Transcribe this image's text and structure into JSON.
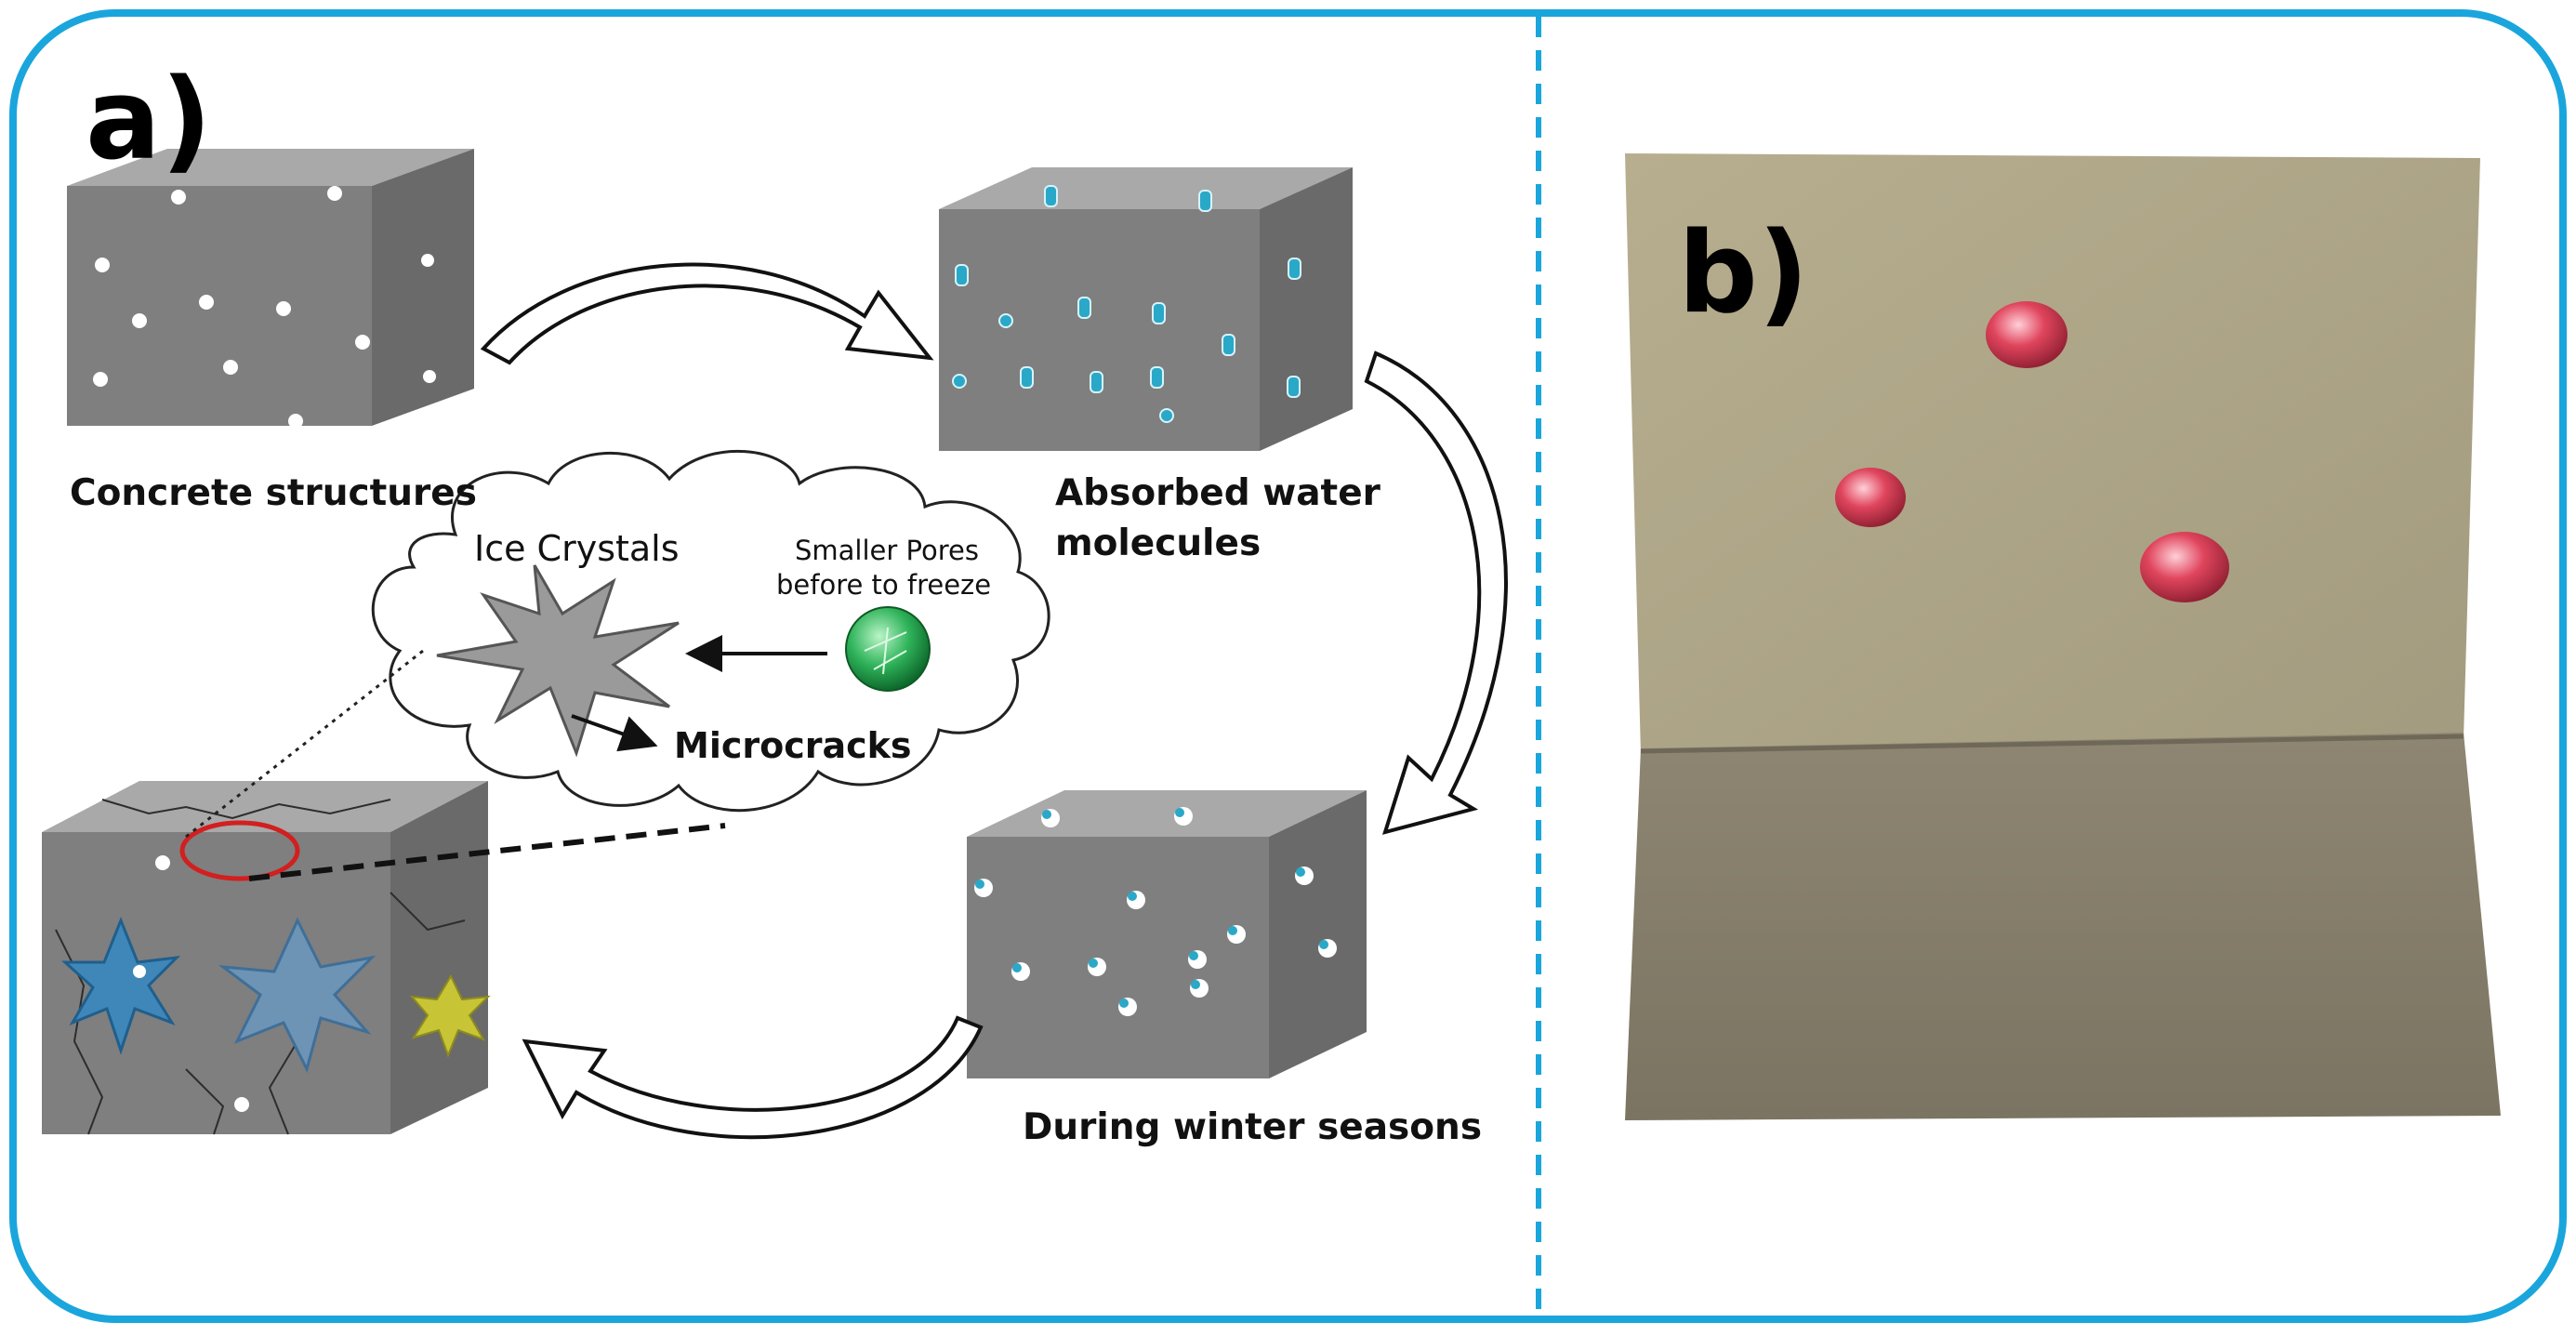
{
  "panel_a": {
    "letter": "a)",
    "stages": {
      "concrete": "Concrete structures",
      "absorbed_line1": "Absorbed water",
      "absorbed_line2": "molecules",
      "winter": "During winter seasons"
    },
    "cloud": {
      "ice_crystals": "Ice Crystals",
      "smaller_pores_line1": "Smaller Pores",
      "smaller_pores_line2": "before to freeze",
      "microcracks": "Microcracks"
    }
  },
  "panel_b": {
    "letter": "b)"
  },
  "colors": {
    "frame": "#1aa6dc",
    "concrete_front": "#7f7f7f",
    "concrete_top": "#a9a9a9",
    "concrete_side": "#6a6a6a",
    "water": "#2aa8c8",
    "ice_blue": "#3f7fae",
    "ice_yellow": "#c7c436",
    "pore_green": "#2fb35a",
    "highlight_ring": "#d21f1f",
    "photo_top": "#b1a88a",
    "photo_front": "#8c8470",
    "droplet": "#e0455d"
  }
}
